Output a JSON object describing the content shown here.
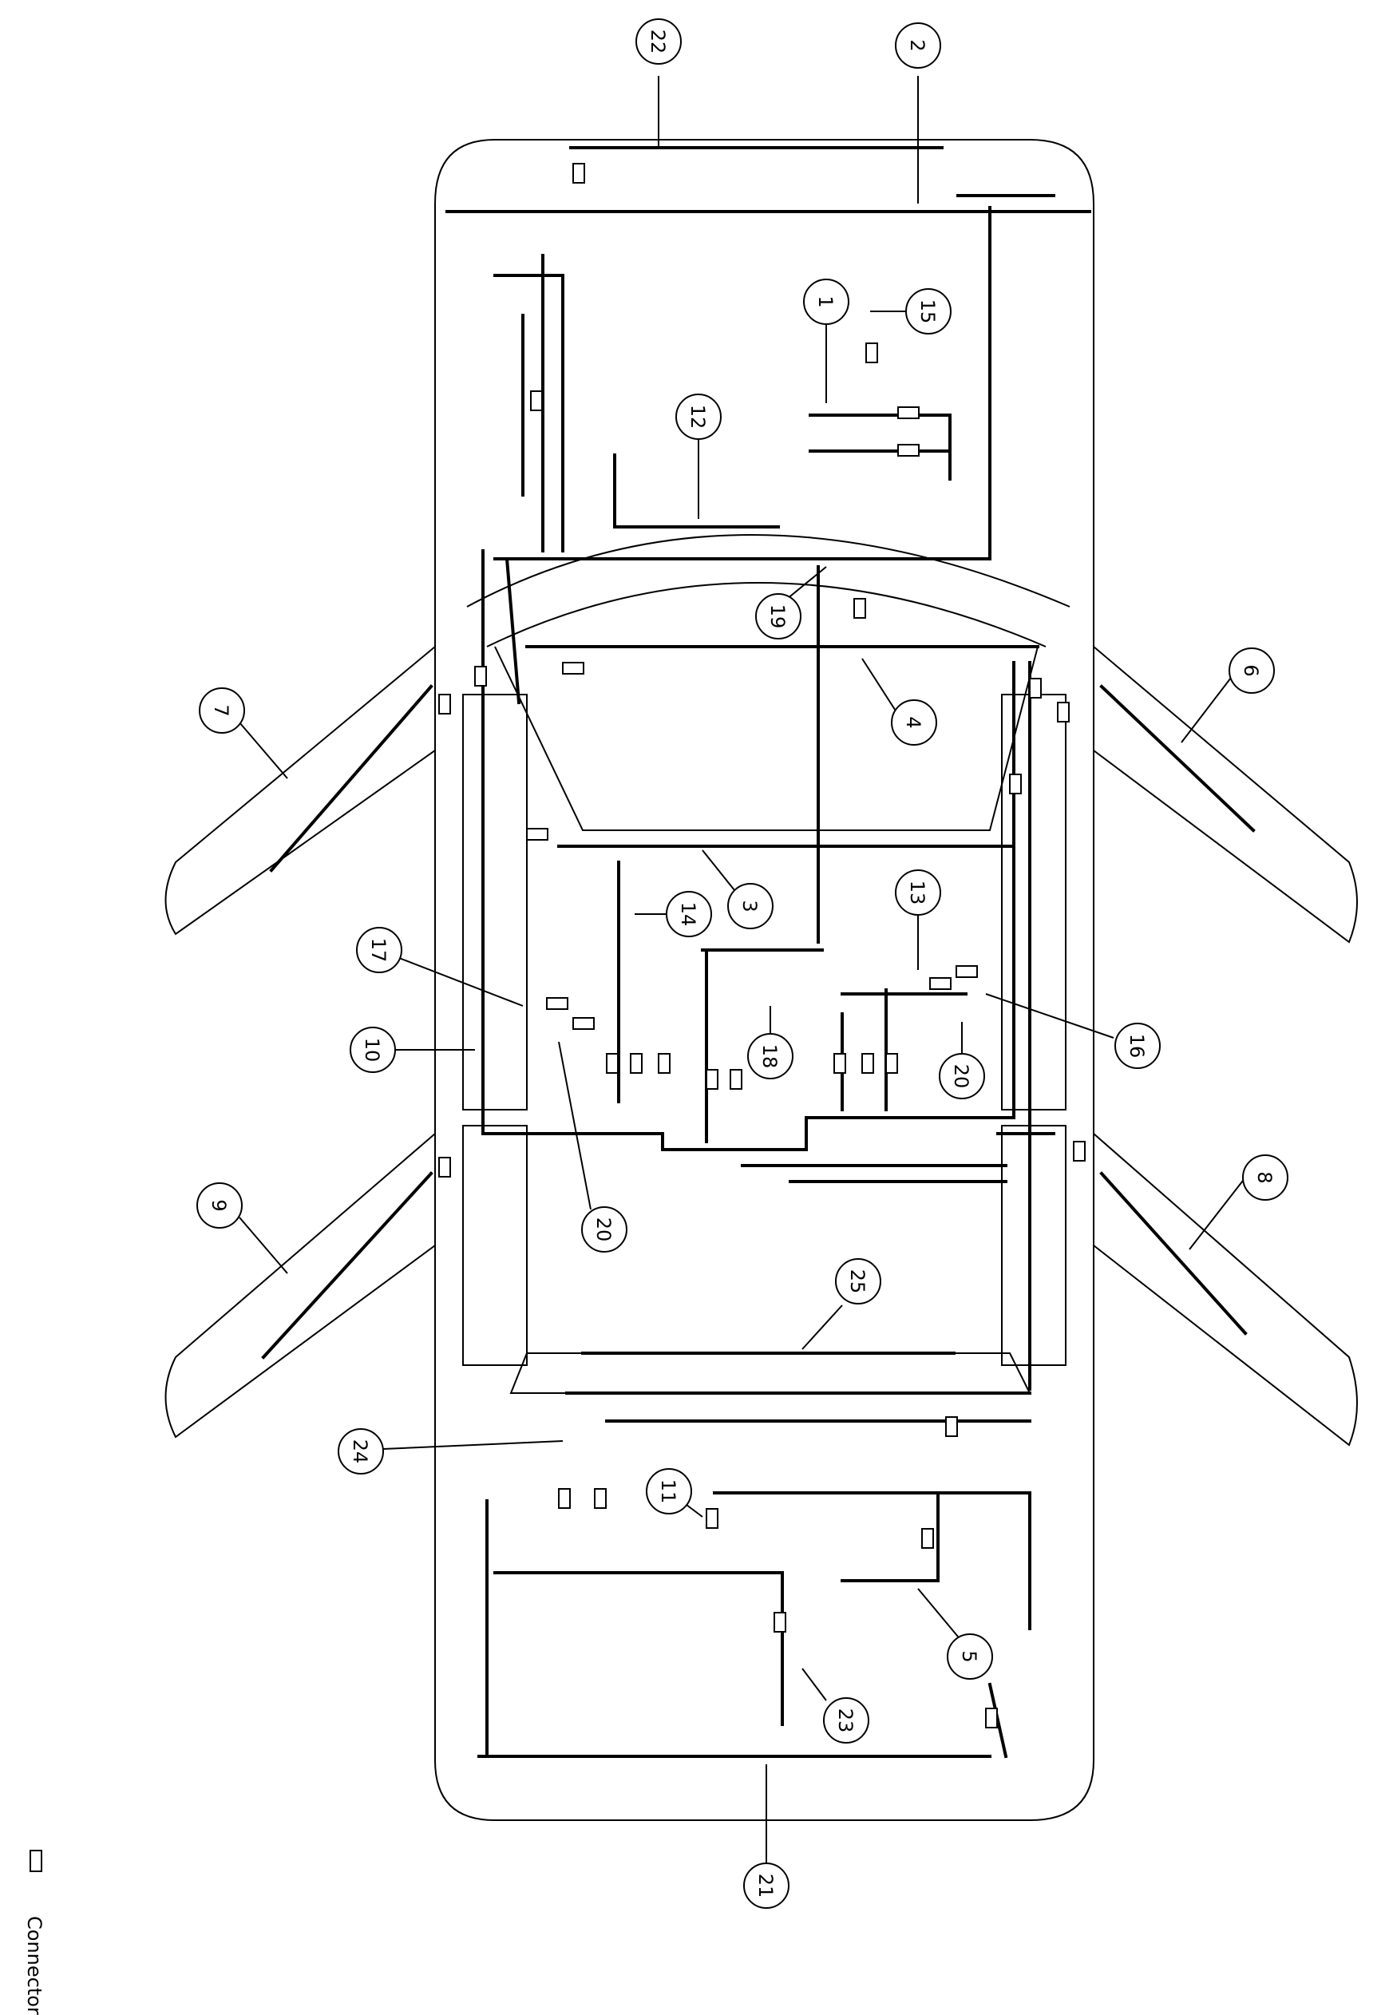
{
  "callouts": [
    {
      "id": "c1",
      "label": "1"
    },
    {
      "id": "c2",
      "label": "2"
    },
    {
      "id": "c3",
      "label": "3"
    },
    {
      "id": "c4",
      "label": "4"
    },
    {
      "id": "c5",
      "label": "5"
    },
    {
      "id": "c6",
      "label": "6"
    },
    {
      "id": "c7",
      "label": "7"
    },
    {
      "id": "c8",
      "label": "8"
    },
    {
      "id": "c9",
      "label": "9"
    },
    {
      "id": "c10",
      "label": "10"
    },
    {
      "id": "c11",
      "label": "11"
    },
    {
      "id": "c12",
      "label": "12"
    },
    {
      "id": "c13",
      "label": "13"
    },
    {
      "id": "c14",
      "label": "14"
    },
    {
      "id": "c15",
      "label": "15"
    },
    {
      "id": "c16",
      "label": "16"
    },
    {
      "id": "c17",
      "label": "17"
    },
    {
      "id": "c18",
      "label": "18"
    },
    {
      "id": "c19",
      "label": "19"
    },
    {
      "id": "c20a",
      "label": "20"
    },
    {
      "id": "c20b",
      "label": "20"
    },
    {
      "id": "c21",
      "label": "21"
    },
    {
      "id": "c22",
      "label": "22"
    },
    {
      "id": "c23",
      "label": "23"
    },
    {
      "id": "c24",
      "label": "24"
    },
    {
      "id": "c25",
      "label": "25"
    }
  ],
  "legend": {
    "connector_label": "Connector",
    "connector_icon": "connector-symbol-icon"
  }
}
